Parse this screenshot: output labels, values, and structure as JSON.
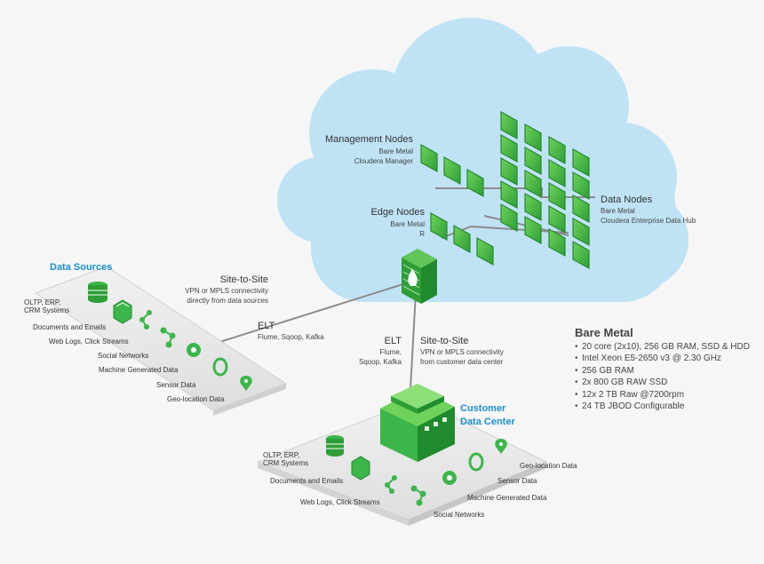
{
  "cloud": {
    "management_nodes": {
      "title": "Management Nodes",
      "line1": "Bare Metal",
      "line2": "Cloudera Manager"
    },
    "edge_nodes": {
      "title": "Edge Nodes",
      "line1": "Bare Metal",
      "line2": "R"
    },
    "data_nodes": {
      "title": "Data Nodes",
      "line1": "Bare Metal",
      "line2": "Cloudera Enterprise Data Hub"
    }
  },
  "data_sources": {
    "title": "Data Sources",
    "items": [
      "OLTP, ERP,\nCRM Systems",
      "Documents and Emails",
      "Web Logs, Click Streams",
      "Social Networks",
      "Machine Generated Data",
      "Sensor Data",
      "Geo-location Data"
    ]
  },
  "links": {
    "site_to_site_top": {
      "title": "Site-to-Site",
      "line1": "VPN or MPLS connectivity",
      "line2": "directly from data sources"
    },
    "elt_left": {
      "title": "ELT",
      "line1": "Flume, Sqoop, Kafka"
    },
    "elt_center": {
      "title": "ELT",
      "line1": "Flume,",
      "line2": "Sqoop, Kafka"
    },
    "site_to_site_center": {
      "title": "Site-to-Site",
      "line1": "VPN or MPLS connectivity",
      "line2": "from customer data center"
    }
  },
  "customer_dc": {
    "title_line1": "Customer",
    "title_line2": "Data Center",
    "items": [
      "OLTP, ERP,\nCRM Systems",
      "Documents and Emails",
      "Web Logs, Click Streams",
      "Social Networks",
      "Machine Generated Data",
      "Sensor Data",
      "Geo-location Data"
    ]
  },
  "bare_metal": {
    "title": "Bare Metal",
    "specs": [
      "20 core (2x10), 256 GB RAM, SSD & HDD",
      "Intel Xeon E5-2650 v3 @ 2.30 GHz",
      "256 GB RAM",
      "2x 800 GB RAW SSD",
      "12x 2 TB Raw @7200rpm",
      "24 TB JBOD Configurable"
    ]
  },
  "colors": {
    "cloud": "#bfe3f5",
    "green": "#3cb64a",
    "green_dark": "#1f8a2e",
    "accent_blue": "#1b8fd2",
    "platform": "#e9e9e9"
  }
}
